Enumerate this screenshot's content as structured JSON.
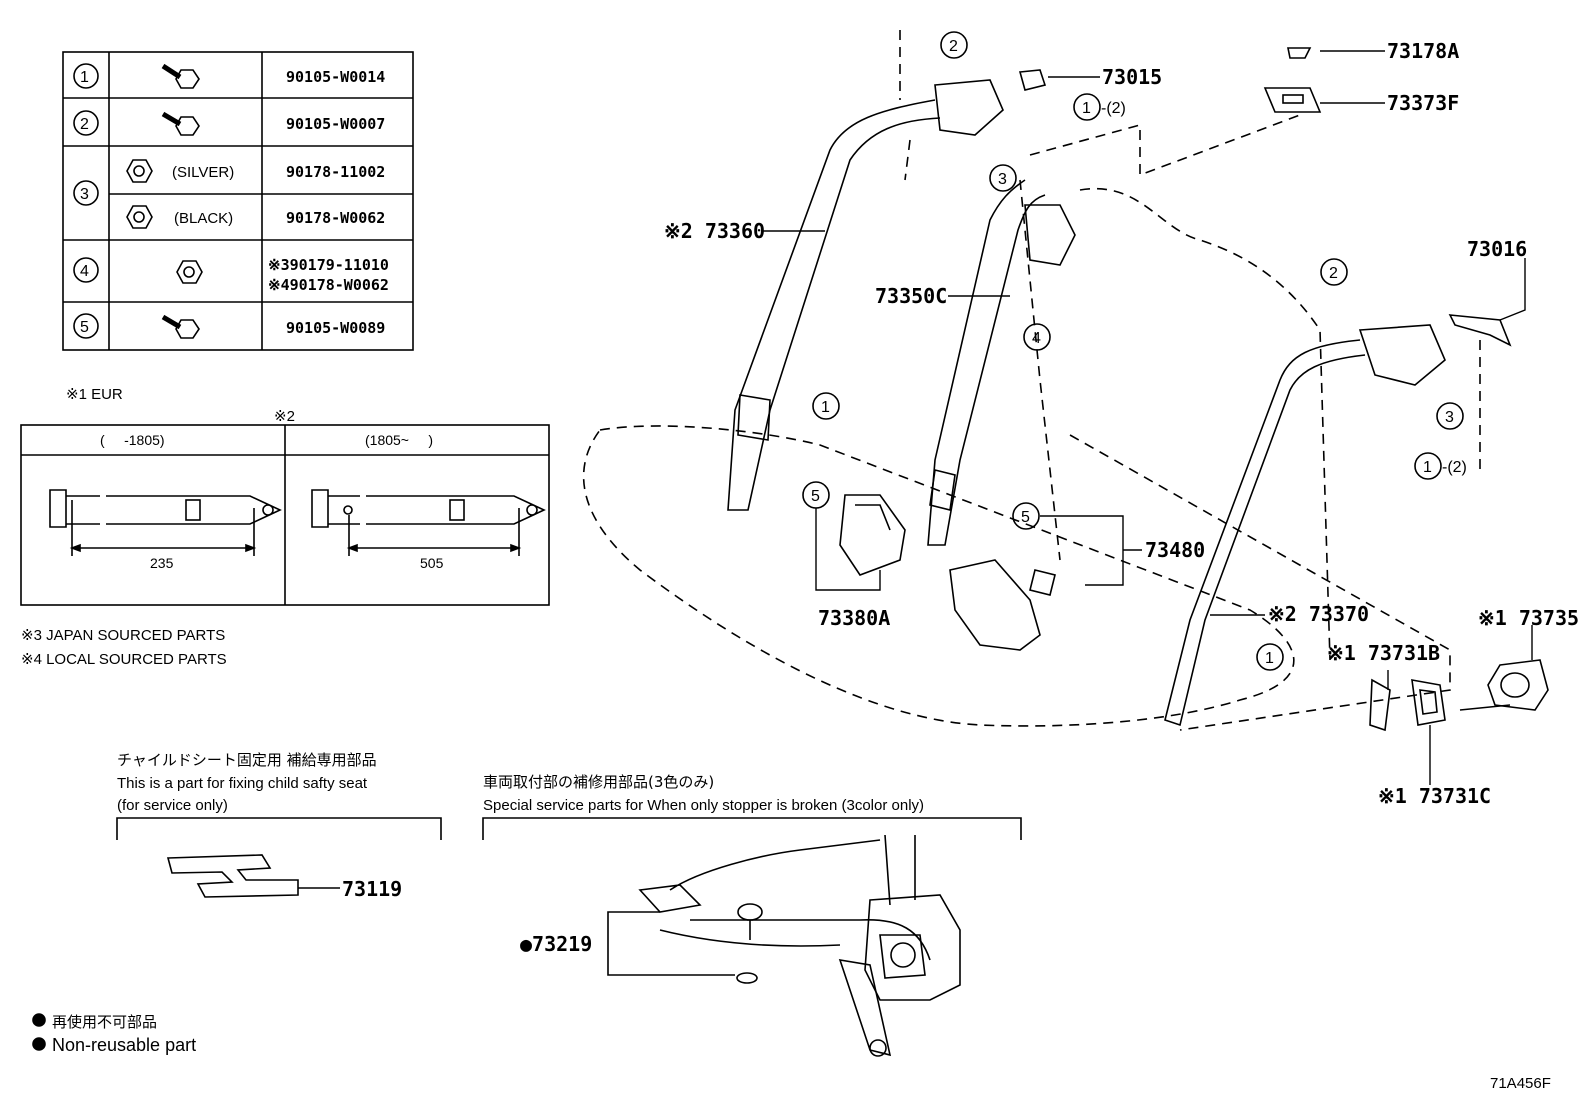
{
  "fastener_table": {
    "rows": [
      {
        "ref": "1",
        "note": "",
        "part": "90105-W0014",
        "icon": "bolt-icon"
      },
      {
        "ref": "2",
        "note": "",
        "part": "90105-W0007",
        "icon": "bolt-icon"
      },
      {
        "ref": "3",
        "note": "(SILVER)",
        "part": "90178-11002",
        "icon": "nut-icon"
      },
      {
        "ref": "",
        "note": "(BLACK)",
        "part": "90178-W0062",
        "icon": "nut-icon"
      },
      {
        "ref": "4",
        "note": "",
        "part": "※390179-11010",
        "part2": "※490178-W0062",
        "icon": "nut-icon"
      },
      {
        "ref": "5",
        "note": "",
        "part": "90105-W0089",
        "icon": "bolt-icon"
      }
    ]
  },
  "notes": {
    "n1": "※1 EUR",
    "n2": "※2",
    "n3": "※3 JAPAN SOURCED PARTS",
    "n4": "※4 LOCAL SOURCED PARTS"
  },
  "belt_table": {
    "left_header": "(     -1805)",
    "right_header": "(1805~     )",
    "left_dim": "235",
    "right_dim": "505"
  },
  "callouts": {
    "p73015": "73015",
    "p73178A": "73178A",
    "p73373F": "73373F",
    "p73360": "※2 73360",
    "p73350C": "73350C",
    "p73016": "73016",
    "p73480": "73480",
    "p73380A": "73380A",
    "p73370": "※2 73370",
    "p73735": "※1 73735",
    "p73731B": "※1 73731B",
    "p73731C": "※1 73731C",
    "p73119": "73119",
    "p73219": "●73219",
    "ref1_2a": "1",
    "ref1_2b": "-(2)",
    "ref1_2c": "1",
    "ref1_2d": "-(2)"
  },
  "child_seat": {
    "jp": "チャイルドシート固定用  補給専用部品",
    "en1": "This is a part for fixing child safty seat",
    "en2": "(for service only)"
  },
  "stopper": {
    "jp": "車両取付部の補修用部品(3色のみ)",
    "en": "Special service parts for When only stopper is broken (3color only)"
  },
  "legend": {
    "jp": "再使用不可部品",
    "en": "Non-reusable part"
  },
  "diagram_code": "71A456F"
}
